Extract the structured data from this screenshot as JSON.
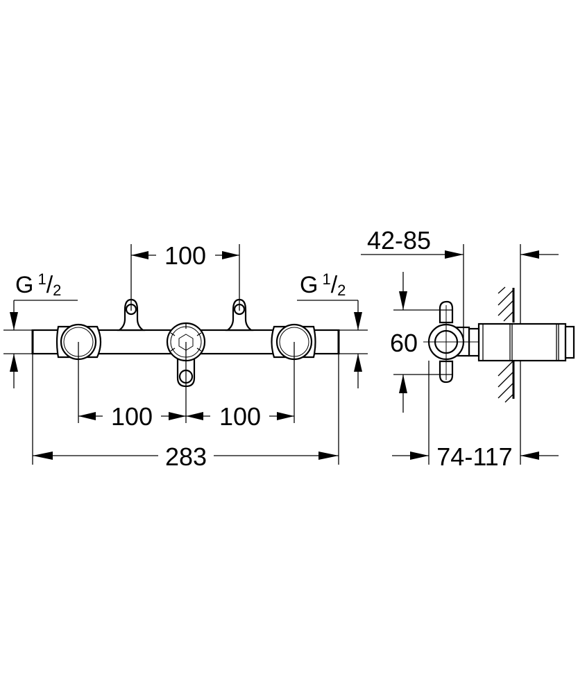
{
  "drawing": {
    "type": "technical dimension drawing",
    "subject": "concealed three-hole basin mixer body (front view and side view)",
    "colors": {
      "line": "#000000",
      "background": "#ffffff"
    }
  },
  "front_view": {
    "thread_left": {
      "prefix": "G",
      "numerator": "1",
      "denominator": "2"
    },
    "thread_right": {
      "prefix": "G",
      "numerator": "1",
      "denominator": "2"
    },
    "dim_top_spacing": "100",
    "dim_bottom_left": "100",
    "dim_bottom_right": "100",
    "dim_overall_width": "283"
  },
  "side_view": {
    "dim_top_range": "42-85",
    "dim_height": "60",
    "dim_bottom_range": "74-117"
  }
}
